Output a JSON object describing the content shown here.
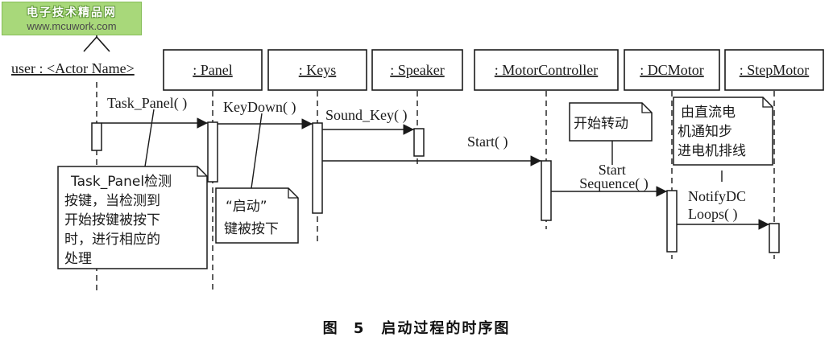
{
  "watermark": {
    "title": "电子技术精品网",
    "url": "www.mcuwork.com"
  },
  "actor": {
    "name": "user : <Actor Name>"
  },
  "objects": [
    ": Panel",
    ": Keys",
    ": Speaker",
    ": MotorController",
    ": DCMotor",
    ": StepMotor"
  ],
  "messages": [
    "Task_Panel( )",
    "KeyDown( )",
    "Sound_Key( )",
    "Start( )",
    [
      "Start",
      "Sequence( )"
    ],
    [
      "NotifyDC",
      "Loops( )"
    ]
  ],
  "notes": [
    [
      "Task_Panel检测",
      "按键，当检测到",
      "开始按键被按下",
      "时，进行相应的",
      "处理"
    ],
    [
      "“启动”",
      "键被按下"
    ],
    [
      "开始转动"
    ],
    [
      "由直流电",
      "机通知步",
      "进电机排线"
    ]
  ],
  "caption": "图 5　启动过程的时序图",
  "colors": {
    "ink": "#1a1a1a",
    "watermark_bg": "#a8d87a",
    "paper": "#ffffff"
  }
}
